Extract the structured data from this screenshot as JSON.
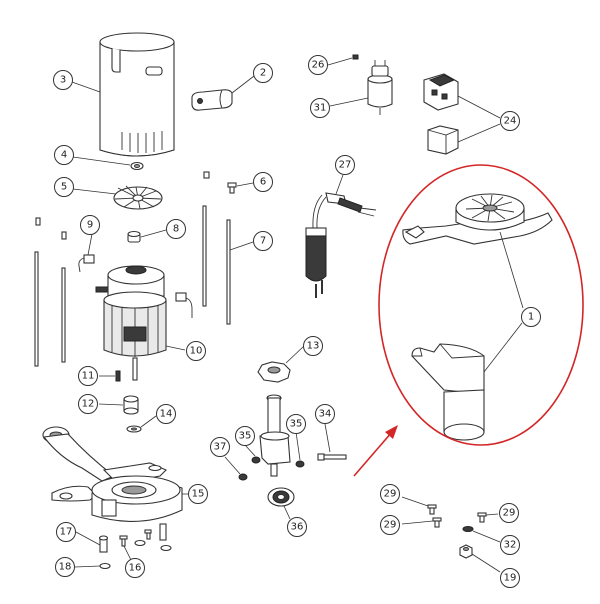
{
  "diagram": {
    "highlight_color": "#d32626",
    "line_color": "#333333",
    "callouts": [
      {
        "id": "c3",
        "label": "3",
        "part": "motor-cover"
      },
      {
        "id": "c2",
        "label": "2",
        "part": "cable-clamp"
      },
      {
        "id": "c26",
        "label": "26",
        "part": "capacitor-screw"
      },
      {
        "id": "c31",
        "label": "31",
        "part": "capacitor"
      },
      {
        "id": "c24",
        "label": "24",
        "part": "switch-assembly"
      },
      {
        "id": "c4",
        "label": "4",
        "part": "nut"
      },
      {
        "id": "c5",
        "label": "5",
        "part": "cooling-fan"
      },
      {
        "id": "c6",
        "label": "6",
        "part": "screw"
      },
      {
        "id": "c27",
        "label": "27",
        "part": "power-cord-plug"
      },
      {
        "id": "c9",
        "label": "9",
        "part": "carbon-brush"
      },
      {
        "id": "c8",
        "label": "8",
        "part": "bushing"
      },
      {
        "id": "c7",
        "label": "7",
        "part": "tie-rod"
      },
      {
        "id": "c1",
        "label": "1",
        "part": "handle-assembly"
      },
      {
        "id": "c10",
        "label": "10",
        "part": "motor"
      },
      {
        "id": "c13",
        "label": "13",
        "part": "locking-knob"
      },
      {
        "id": "c11",
        "label": "11",
        "part": "pin"
      },
      {
        "id": "c12",
        "label": "12",
        "part": "spacer"
      },
      {
        "id": "c14",
        "label": "14",
        "part": "washer"
      },
      {
        "id": "c34",
        "label": "34",
        "part": "bolt"
      },
      {
        "id": "c35a",
        "label": "35",
        "part": "o-ring-left"
      },
      {
        "id": "c35b",
        "label": "35",
        "part": "o-ring-right"
      },
      {
        "id": "c37",
        "label": "37",
        "part": "nut-small"
      },
      {
        "id": "c15",
        "label": "15",
        "part": "base-housing"
      },
      {
        "id": "c29a",
        "label": "29",
        "part": "screw-a"
      },
      {
        "id": "c29b",
        "label": "29",
        "part": "screw-b"
      },
      {
        "id": "c29c",
        "label": "29",
        "part": "screw-c"
      },
      {
        "id": "c36",
        "label": "36",
        "part": "bearing"
      },
      {
        "id": "c32",
        "label": "32",
        "part": "spring-washer"
      },
      {
        "id": "c17",
        "label": "17",
        "part": "stud"
      },
      {
        "id": "c16",
        "label": "16",
        "part": "screw-short"
      },
      {
        "id": "c18",
        "label": "18",
        "part": "washer-small"
      },
      {
        "id": "c19",
        "label": "19",
        "part": "hex-nut"
      }
    ]
  }
}
